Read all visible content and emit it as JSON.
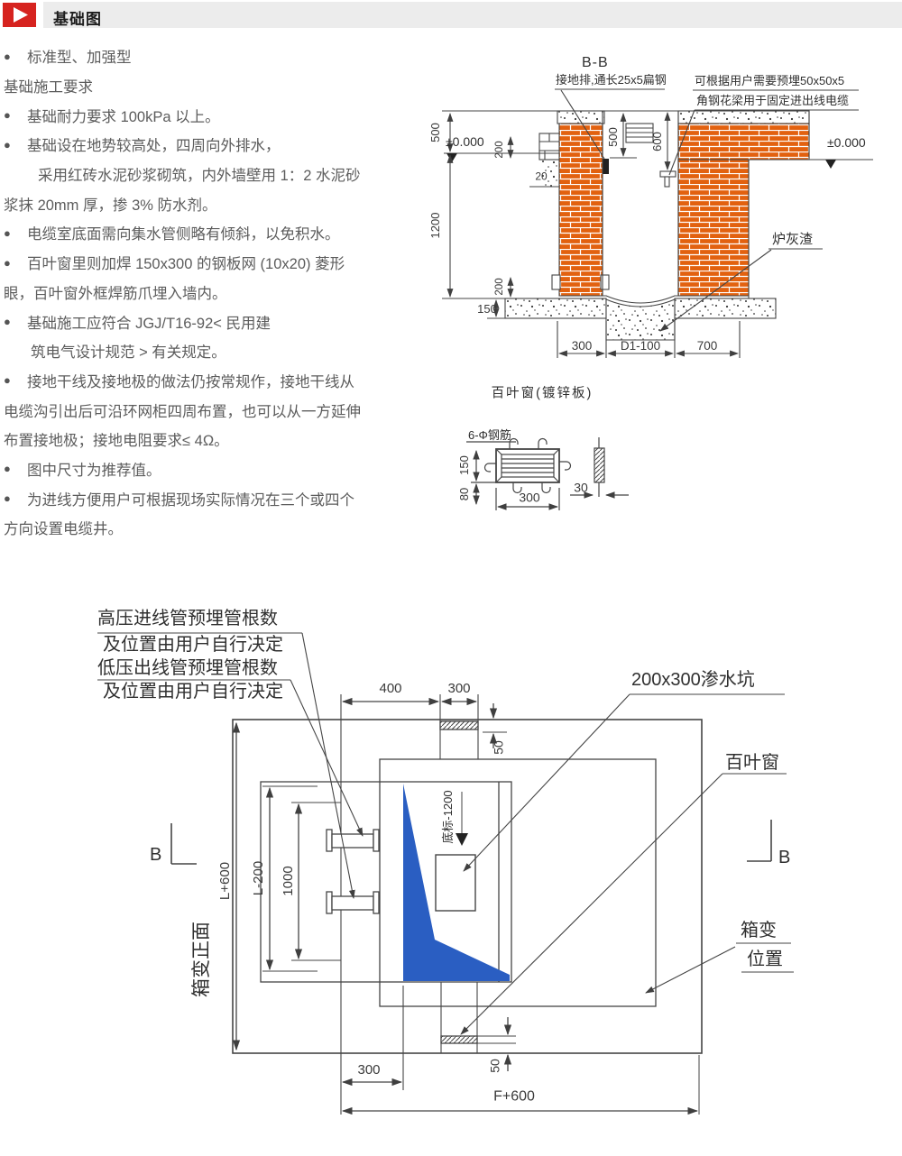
{
  "header": {
    "title": "基础图"
  },
  "notes": {
    "items": [
      {
        "bullet": true,
        "indent": 0,
        "text": "标准型、加强型"
      },
      {
        "bullet": false,
        "indent": 0,
        "text": "基础施工要求"
      },
      {
        "bullet": true,
        "indent": 0,
        "text": "基础耐力要求 100kPa 以上。"
      },
      {
        "bullet": true,
        "indent": 0,
        "text": "基础设在地势较高处，四周向外排水，"
      },
      {
        "bullet": false,
        "indent": 38,
        "text": "采用红砖水泥砂浆砌筑，内外墙壁用 1：2 水泥砂"
      },
      {
        "bullet": false,
        "indent": 0,
        "text": "浆抹 20mm 厚，掺 3% 防水剂。"
      },
      {
        "bullet": true,
        "indent": 0,
        "text": "电缆室底面需向集水管侧略有倾斜，以免积水。"
      },
      {
        "bullet": true,
        "indent": 0,
        "text": "百叶窗里则加焊 150x300 的钢板网 (10x20) 菱形"
      },
      {
        "bullet": false,
        "indent": 0,
        "text": "眼，百叶窗外框焊筋爪埋入墙内。"
      },
      {
        "bullet": true,
        "indent": 0,
        "text": "基础施工应符合 JGJ/T16-92< 民用建"
      },
      {
        "bullet": false,
        "indent": 30,
        "text": "筑电气设计规范 > 有关规定。"
      },
      {
        "bullet": true,
        "indent": 0,
        "text": "接地干线及接地极的做法仍按常规作，接地干线从"
      },
      {
        "bullet": false,
        "indent": 0,
        "text": "电缆沟引出后可沿环网柜四周布置，也可以从一方延伸"
      },
      {
        "bullet": false,
        "indent": 0,
        "text": "布置接地极；接地电阻要求≤ 4Ω。"
      },
      {
        "bullet": true,
        "indent": 0,
        "text": "图中尺寸为推荐值。"
      },
      {
        "bullet": true,
        "indent": 0,
        "text": "为进线方便用户可根据现场实际情况在三个或四个"
      },
      {
        "bullet": false,
        "indent": 0,
        "text": "方向设置电缆井。"
      }
    ]
  },
  "section": {
    "title": "B-B",
    "ground_strap": "接地排,通长25x5扁钢",
    "angle_note1": "可根据用户需要预埋50x50x5",
    "angle_note2": "角钢花梁用于固定进出线电缆",
    "level_left": "±0.000",
    "level_right": "±0.000",
    "cinder": "炉灰渣",
    "dims": {
      "h500": "500",
      "h1200": "1200",
      "h150": "150",
      "ledge200": "200",
      "plaster20": "20",
      "weep200": "200",
      "cav500": "500",
      "cav600": "600",
      "w300": "300",
      "wd1": "D1-100",
      "w700": "700"
    }
  },
  "louver": {
    "title": "百叶窗(镀锌板)",
    "rebar": "6-Φ钢筋",
    "dims": {
      "h150": "150",
      "h80": "80",
      "w300": "300",
      "t30": "30"
    }
  },
  "plan": {
    "hv_note1": "高压进线管预埋管根数",
    "hv_note2": "及位置由用户自行决定",
    "lv_note1": "低压出线管预埋管根数",
    "lv_note2": "及位置由用户自行决定",
    "pit_label": "200x300渗水坑",
    "louver_label": "百叶窗",
    "box_label1": "箱变",
    "box_label2": "位置",
    "front_label": "箱变正面",
    "level_label": "底标-1200",
    "section_b_left": "B",
    "section_b_right": "B",
    "dims": {
      "t400": "400",
      "t300": "300",
      "t50": "50",
      "l600": "L+600",
      "l200": "L-200",
      "v1000": "1000",
      "b300": "300",
      "b50": "50",
      "f600": "F+600"
    }
  },
  "colors": {
    "accent_red": "#d6231f",
    "brick_orange": "#e2610f",
    "blue_region": "#2a5ec2",
    "line": "#454545"
  }
}
